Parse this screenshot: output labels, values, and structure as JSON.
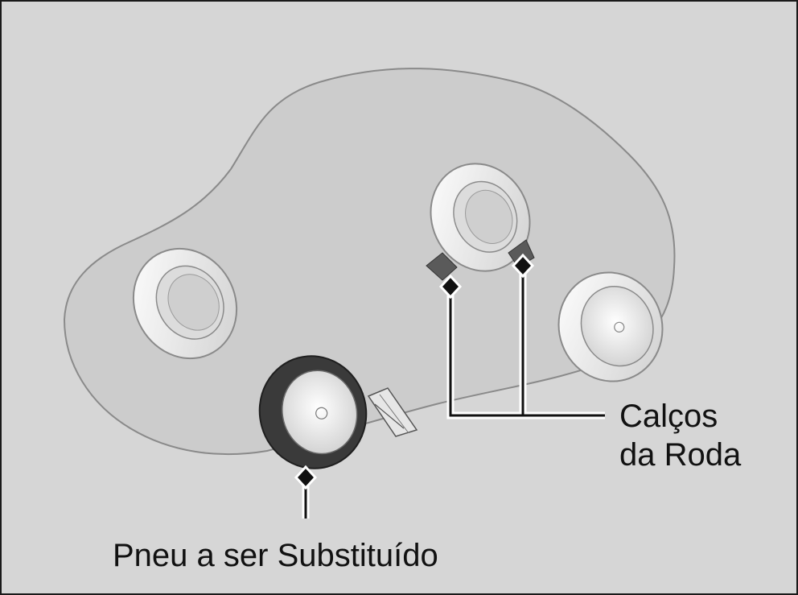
{
  "labels": {
    "wheel_chocks_line1": "Calços",
    "wheel_chocks_line2": "da Roda",
    "tire_to_replace": "Pneu a ser Substituído"
  },
  "colors": {
    "background": "#d6d6d6",
    "car_body": "#cccccc",
    "outline": "#8a8a8a",
    "tire_light": "#f0f0f0",
    "tire_dark": "#3a3a3a",
    "callout_line": "#111111"
  },
  "icons": {
    "car": "car-silhouette-icon",
    "jack": "jack-icon",
    "chock": "wheel-chock-icon"
  }
}
